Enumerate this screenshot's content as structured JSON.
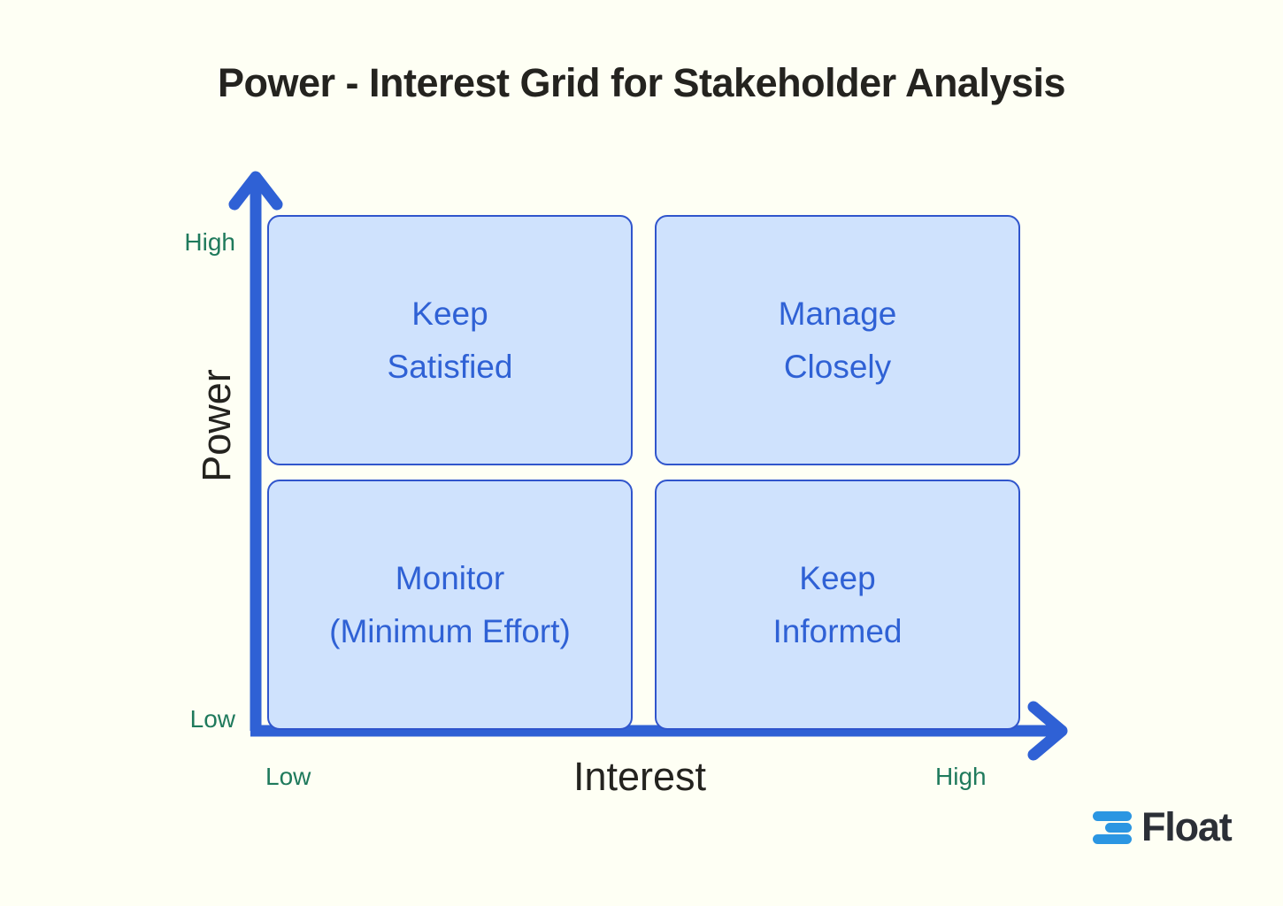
{
  "title": "Power - Interest Grid for Stakeholder Analysis",
  "axes": {
    "y_title": "Power",
    "x_title": "Interest",
    "y_high": "High",
    "y_low": "Low",
    "x_low": "Low",
    "x_high": "High"
  },
  "quadrants": [
    {
      "id": "keep-satisfied",
      "line1": "Keep",
      "line2": "Satisfied"
    },
    {
      "id": "manage-closely",
      "line1": "Manage",
      "line2": "Closely"
    },
    {
      "id": "monitor",
      "line1": "Monitor",
      "line2": "(Minimum Effort)"
    },
    {
      "id": "keep-informed",
      "line1": "Keep",
      "line2": "Informed"
    }
  ],
  "logo": {
    "text": "Float",
    "mark": "three-bars-icon"
  },
  "colors": {
    "background": "#fefff4",
    "quadrant_fill": "#cfe2fd",
    "quadrant_border": "#3055cc",
    "quadrant_text": "#2f61d5",
    "axis_arrow": "#2f61d5",
    "scale_label": "#1f7a5c",
    "title_text": "#24231f",
    "logo_blue": "#2b96e2",
    "logo_dark": "#2b2f36"
  },
  "chart_data": {
    "type": "matrix",
    "title": "Power - Interest Grid for Stakeholder Analysis",
    "xlabel": "Interest",
    "ylabel": "Power",
    "x_ticks": [
      "Low",
      "High"
    ],
    "y_ticks": [
      "Low",
      "High"
    ],
    "cells": [
      {
        "x": "Low",
        "y": "High",
        "label": "Keep Satisfied"
      },
      {
        "x": "High",
        "y": "High",
        "label": "Manage Closely"
      },
      {
        "x": "Low",
        "y": "Low",
        "label": "Monitor (Minimum Effort)"
      },
      {
        "x": "High",
        "y": "Low",
        "label": "Keep Informed"
      }
    ],
    "grid": false,
    "legend": "none"
  }
}
